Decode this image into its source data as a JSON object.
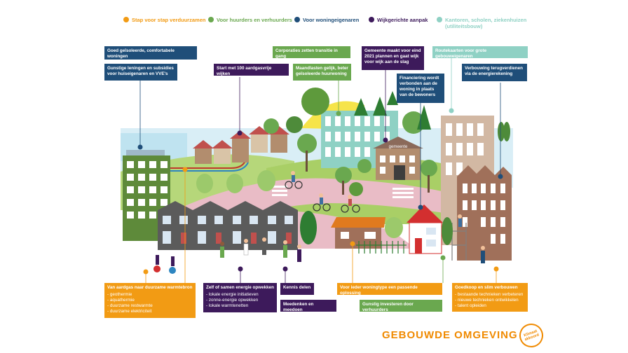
{
  "legend": [
    {
      "label": "Stap voor stap verduurzamen",
      "color": "#f29b14"
    },
    {
      "label": "Voor huurders en verhuurders",
      "color": "#6aa84f"
    },
    {
      "label": "Voor woningeigenaren",
      "color": "#1f4e79"
    },
    {
      "label": "Wijkgerichte aanpak",
      "color": "#3d1a5b"
    },
    {
      "label": "Kantoren, scholen, ziekenhuizen (utiliteitsbouw)",
      "color": "#8fd1c4"
    }
  ],
  "boxes": {
    "goed_geisoleerde": "Goed geïsoleerde, comfortabele woningen",
    "gunstige_leningen": "Gunstige leningen en subsidies voor huiseigenaren en VVE's",
    "start_100": "Start met 100 aardgasvrije wijken",
    "corporaties": "Corporaties  zetten transitie in gang",
    "maandlasten": "Maandlasten gelijk, beter geïsoleerde huurwoning",
    "gemeente_maakt": "Gemeente maakt voor eind 2021 plannen en gaat wijk voor wijk aan de slag",
    "financiering": "Financiering wordt verbonden aan de woning in plaats van de bewoners",
    "routekaarten": "Routekaarten voor grote gebouweigenaren",
    "verbouwing": "Verbouwing terugverdienen via de energierekening",
    "van_aardgas": "Van aardgas naar duurzame warmtebron",
    "van_aardgas_items": [
      "geothermie",
      "aquathermie",
      "duurzame restwarmte",
      "duurzame elektriciteit"
    ],
    "zelf_samen": "Zelf of samen energie opwekken",
    "zelf_samen_items": [
      "lokale energie initiatieven",
      "zonne-energie opwekken",
      "lokale warmtenetten"
    ],
    "kennis_delen": "Kennis delen",
    "meedenken": "Meedenken en meedoen",
    "voor_ieder": "Voor ieder woningtype een passende oplossing",
    "gunstig_investeren": "Gunstig investeren door verhuurders",
    "goedkoop": "Goedkoop en slim verbouwen",
    "goedkoop_items": [
      "bestaande technieken verbeteren",
      "nieuwe technieken ontwikkelen",
      "talent opleiden"
    ]
  },
  "scene": {
    "gemeente_sign": "gemeente"
  },
  "footer": {
    "title": "GEBOUWDE OMGEVING",
    "logo_text": "Klimaat akkoord"
  }
}
